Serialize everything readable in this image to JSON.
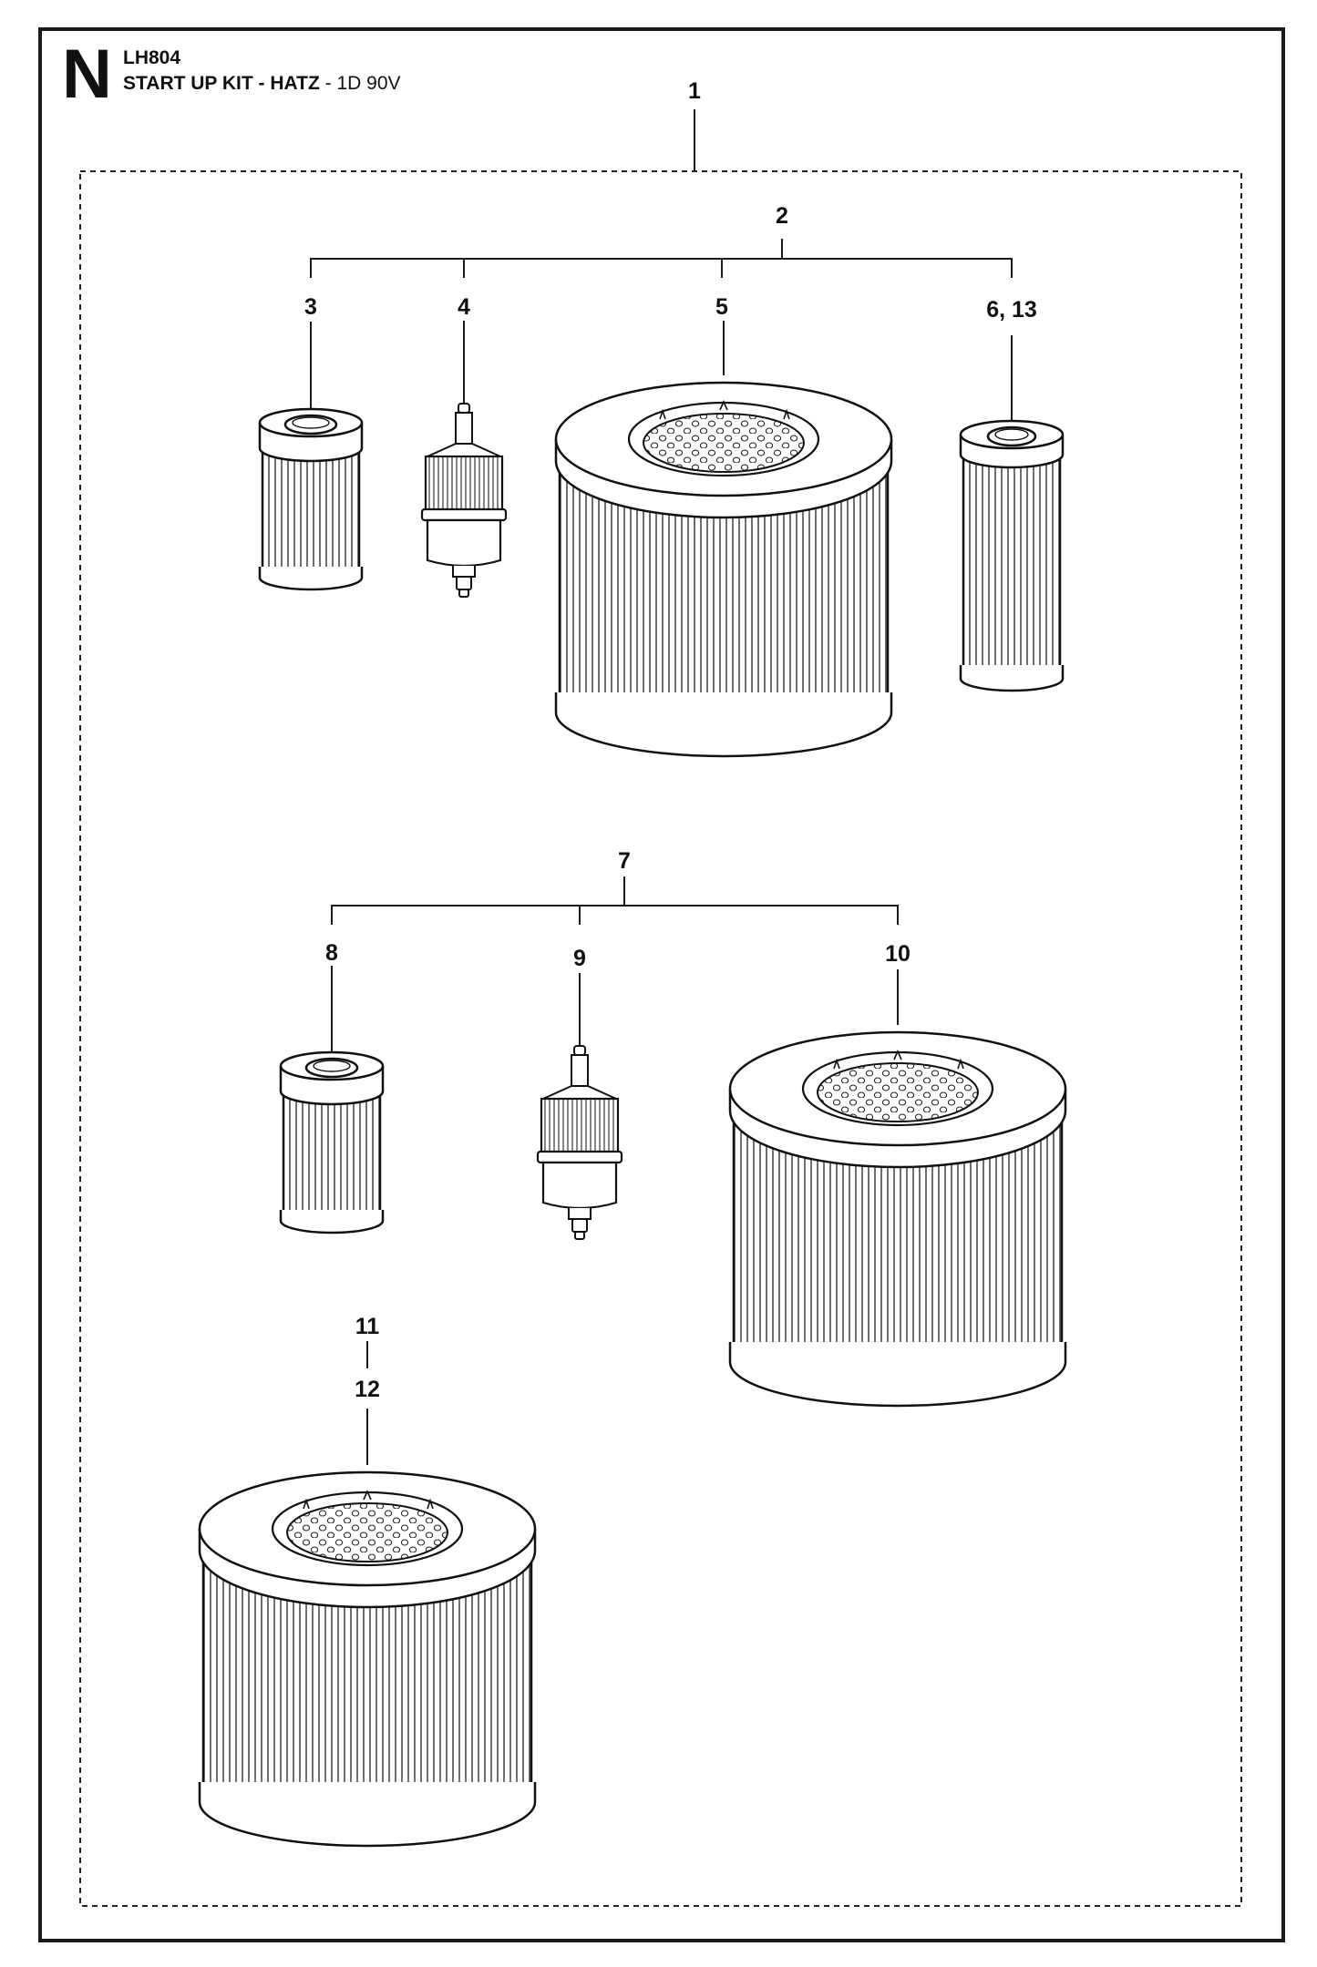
{
  "header": {
    "section_letter": "N",
    "model": "LH804",
    "title_bold": "START UP KIT - HATZ",
    "title_regular": " - 1D 90V"
  },
  "callouts": {
    "c1": "1",
    "c2": "2",
    "c3": "3",
    "c4": "4",
    "c5": "5",
    "c6_13": "6, 13",
    "c7": "7",
    "c8": "8",
    "c9": "9",
    "c10": "10",
    "c11": "11",
    "c12": "12"
  },
  "colors": {
    "line": "#1a1a1a",
    "fill": "#ffffff"
  }
}
